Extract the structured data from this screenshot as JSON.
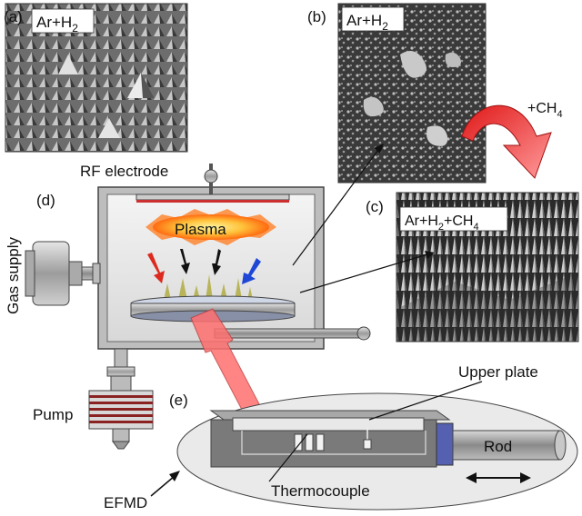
{
  "panels": {
    "a": {
      "label": "(a)",
      "gas": "Ar+H",
      "gas_sub": "2"
    },
    "b": {
      "label": "(b)",
      "gas": "Ar+H",
      "gas_sub": "2"
    },
    "c": {
      "label": "(c)",
      "gas": "Ar+H",
      "gas_sub": "2",
      "gas_tail": "+CH",
      "gas_tail_sub": "4"
    },
    "d": {
      "label": "(d)"
    },
    "e": {
      "label": "(e)"
    }
  },
  "labels": {
    "rf_electrode": "RF electrode",
    "plasma": "Plasma",
    "gas_supply": "Gas supply",
    "pump": "Pump",
    "upper_plate": "Upper plate",
    "rod": "Rod",
    "thermocouple": "Thermocouple",
    "efmd": "EFMD",
    "ch4_add": "+CH",
    "ch4_sub": "4"
  },
  "colors": {
    "plasma_core": "#ffe866",
    "plasma_outer": "#ff7a1a",
    "red_arrow": "#dd2a1e",
    "blue_arrow": "#1f47d6",
    "cone": "#b8b45a",
    "electrode_red": "#cc3030",
    "heat_arrow": "#ff7070",
    "rod_blue": "#5560b0"
  }
}
